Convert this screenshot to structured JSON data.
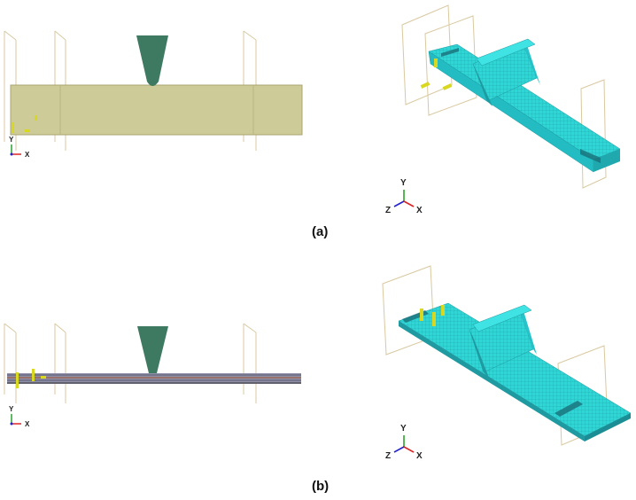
{
  "figure": {
    "panels": [
      {
        "id": "a",
        "caption": "(a)",
        "side_triad": {
          "y_label": "Y",
          "x_label": "X"
        },
        "iso_triad": {
          "y_label": "Y",
          "z_label": "Z",
          "x_label": "X"
        }
      },
      {
        "id": "b",
        "caption": "(b)",
        "side_triad": {
          "y_label": "Y",
          "x_label": "X"
        },
        "iso_triad": {
          "y_label": "Y",
          "z_label": "Z",
          "x_label": "X"
        }
      }
    ],
    "colors": {
      "solid_beam": "#cdcb98",
      "indenter": "#3e7a62",
      "mesh_fill": "#2fd6d6",
      "mesh_dark": "#1f8f95",
      "reference_plane": "#d9c9a0",
      "load_marker": "#d8d820"
    }
  }
}
